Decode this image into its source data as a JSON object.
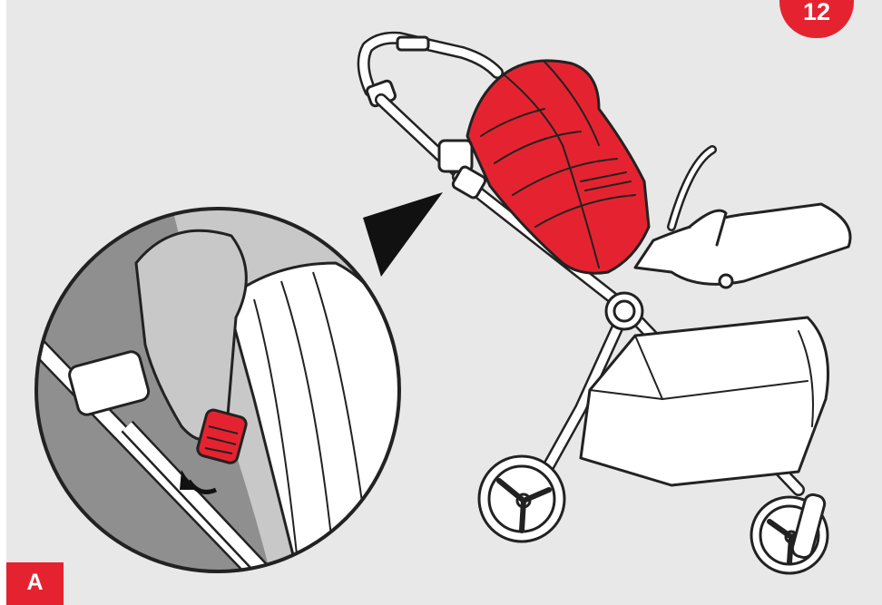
{
  "step": {
    "number": "12"
  },
  "detail_label": {
    "text": "A"
  },
  "colors": {
    "accent": "#e52330",
    "background": "#e8e8e8",
    "line": "#222222",
    "hand": "#c8c8c8",
    "shadow": "#8f8f8f"
  },
  "icons": [
    "stroller-illustration",
    "hand-icon",
    "curved-arrow-icon",
    "magnifier-callout"
  ]
}
